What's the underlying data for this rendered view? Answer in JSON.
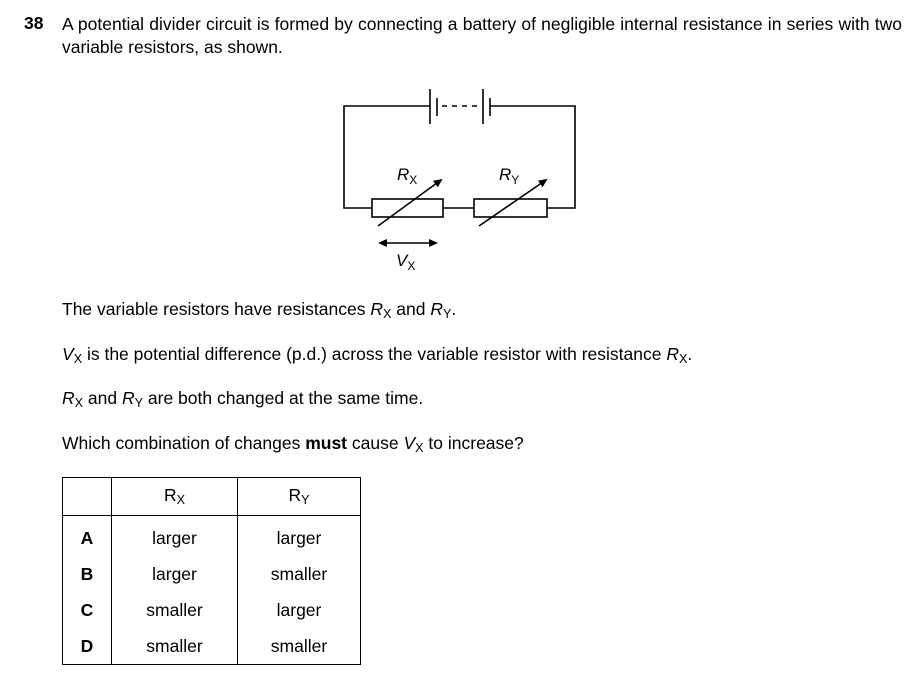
{
  "question": {
    "number": "38",
    "stem": "A potential divider circuit is formed by connecting a battery of negligible internal resistance in series with two variable resistors, as shown."
  },
  "circuit": {
    "resistor_x_label": "R",
    "resistor_x_sub": "X",
    "resistor_y_label": "R",
    "resistor_y_sub": "Y",
    "voltage_label": "V",
    "voltage_sub": "X"
  },
  "paragraphs": {
    "p1_a": "The variable resistors have resistances ",
    "p1_r": "R",
    "p1_x": "X",
    "p1_b": " and ",
    "p1_r2": "R",
    "p1_y": "Y",
    "p1_c": ".",
    "p2_v": "V",
    "p2_x": "X",
    "p2_a": " is the potential difference (p.d.) across the variable resistor with resistance ",
    "p2_r": "R",
    "p2_x2": "X",
    "p2_b": ".",
    "p3_r": "R",
    "p3_x": "X",
    "p3_a": " and ",
    "p3_r2": "R",
    "p3_y": "Y",
    "p3_b": " are both changed at the same time.",
    "p4_a": "Which combination of changes ",
    "p4_bold": "must",
    "p4_b": " cause ",
    "p4_v": "V",
    "p4_x": "X",
    "p4_c": " to increase?"
  },
  "table": {
    "headers": [
      {
        "main": "R",
        "sub": "X"
      },
      {
        "main": "R",
        "sub": "Y"
      }
    ],
    "rows": [
      {
        "option": "A",
        "rx": "larger",
        "ry": "larger"
      },
      {
        "option": "B",
        "rx": "larger",
        "ry": "smaller"
      },
      {
        "option": "C",
        "rx": "smaller",
        "ry": "larger"
      },
      {
        "option": "D",
        "rx": "smaller",
        "ry": "smaller"
      }
    ]
  }
}
